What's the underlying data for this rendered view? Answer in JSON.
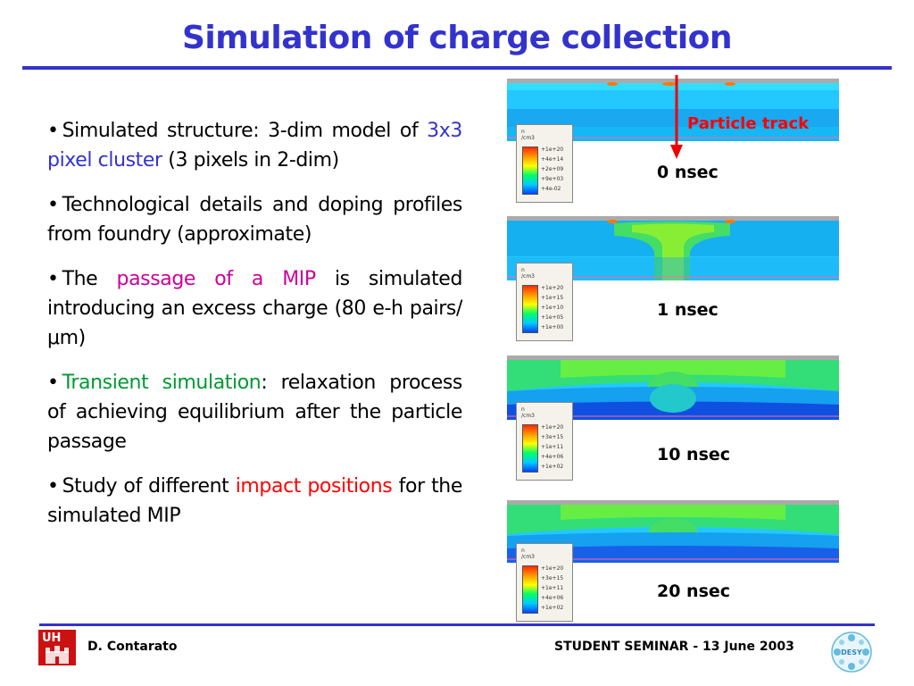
{
  "title": "Simulation of charge collection",
  "bullets": [
    {
      "pre": "Simulated structure: 3-dim model of ",
      "hl": "3x3 pixel cluster",
      "post": " (3 pixels in 2-dim)"
    },
    {
      "pre": "Technological details and doping profiles from foundry (approximate)",
      "hl": "",
      "post": ""
    },
    {
      "pre": "The ",
      "hl": "passage of a MIP",
      "post": " is simulated introducing an excess charge (80 e-h pairs/μm)"
    },
    {
      "pre": "",
      "hl": "Transient simulation",
      "post": ": relaxation process of achieving equilibrium after the particle passage"
    },
    {
      "pre": "Study of different ",
      "hl": "impact positions",
      "post": " for the simulated MIP"
    }
  ],
  "particle_track_label": "Particle track",
  "panels": [
    {
      "time": "0 nsec",
      "unit": "n\n/cm3",
      "ticks": [
        "+1e+20",
        "+4e+14",
        "+2e+09",
        "+9e+03",
        "+4e-02"
      ]
    },
    {
      "time": "1 nsec",
      "unit": "n\n/cm3",
      "ticks": [
        "+1e+20",
        "+1e+15",
        "+1e+10",
        "+1e+05",
        "+1e+00"
      ]
    },
    {
      "time": "10 nsec",
      "unit": "n\n/cm3",
      "ticks": [
        "+1e+20",
        "+3e+15",
        "+1e+11",
        "+4e+06",
        "+1e+02"
      ]
    },
    {
      "time": "20 nsec",
      "unit": "n\n/cm3",
      "ticks": [
        "+1e+20",
        "+3e+15",
        "+1e+11",
        "+4e+06",
        "+1e+02"
      ]
    }
  ],
  "footer": {
    "author": "D. Contarato",
    "event": "STUDENT SEMINAR - 13 June 2003",
    "logo_left_text": "UH",
    "logo_right_text": "DESY"
  },
  "colors": {
    "title": "#3333cc",
    "highlight_blue": "#3333cc",
    "highlight_magenta": "#cc0099",
    "highlight_green": "#009933",
    "highlight_red": "#ff0000"
  }
}
